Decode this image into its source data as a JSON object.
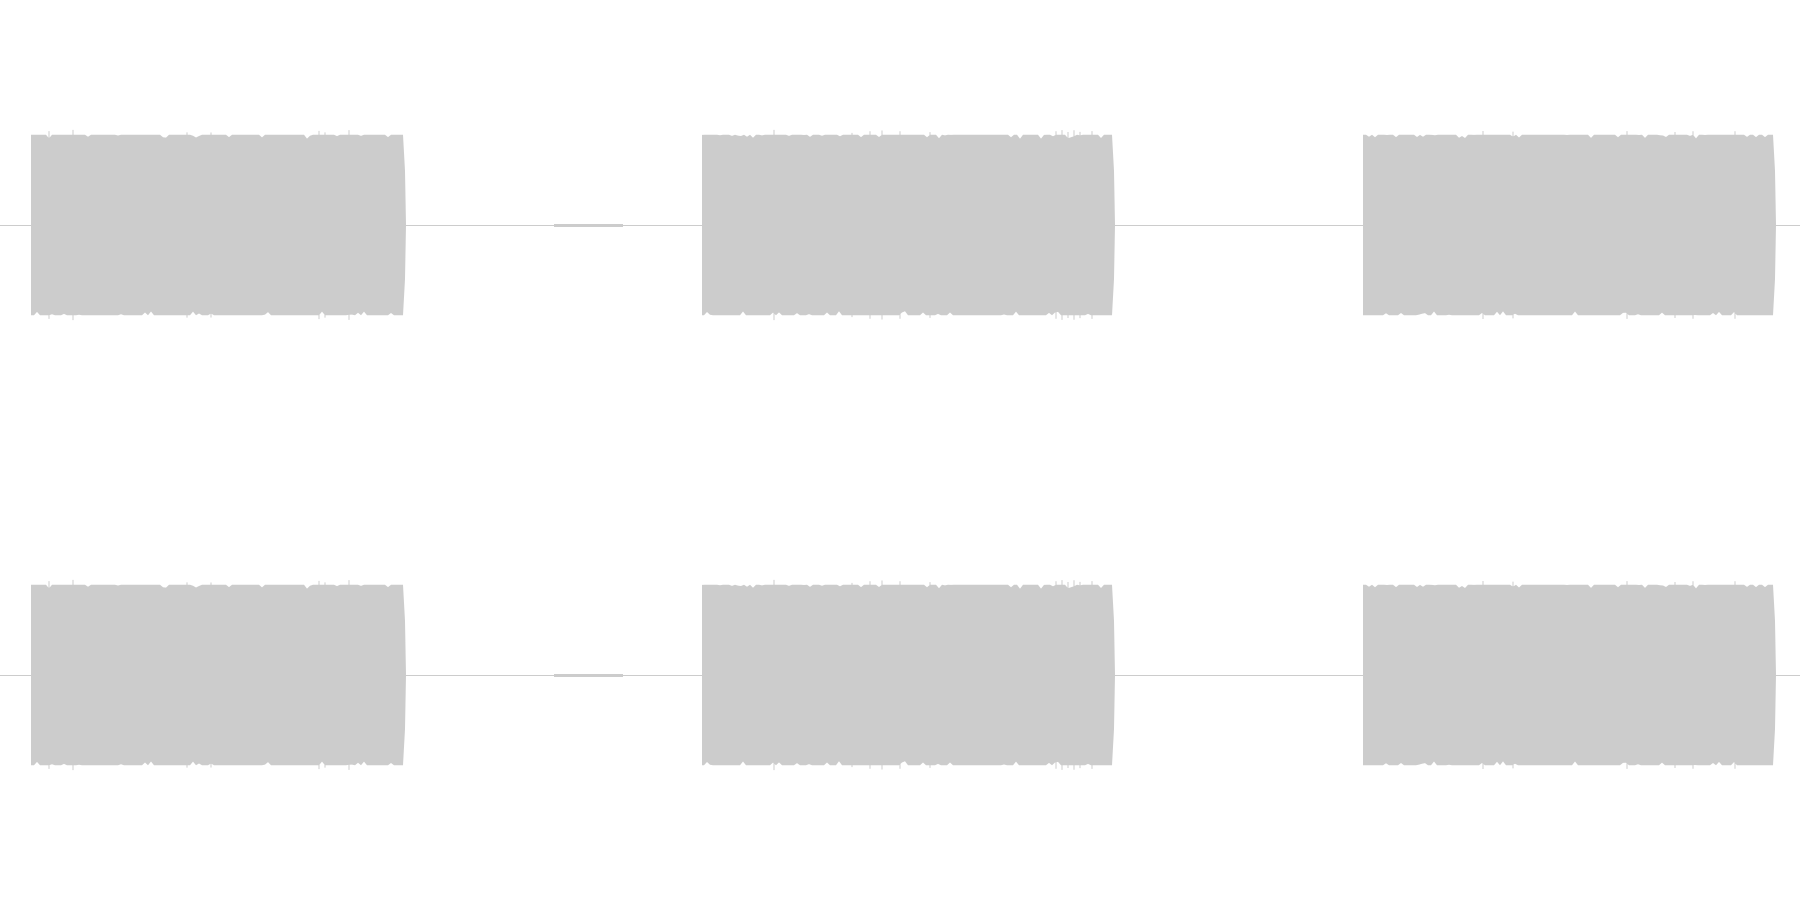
{
  "waveform": {
    "wave_color": "#cccccc",
    "background_color": "#ffffff",
    "channels": [
      {
        "name": "",
        "segments": [
          {
            "kind": "silence",
            "start": 0.0,
            "end": 0.017
          },
          {
            "kind": "burst",
            "start": 0.017,
            "end": 0.224,
            "amplitude": 0.92
          },
          {
            "kind": "silence",
            "start": 0.224,
            "end": 0.308
          },
          {
            "kind": "blip",
            "start": 0.308,
            "end": 0.346,
            "amplitude": 0.02
          },
          {
            "kind": "silence",
            "start": 0.346,
            "end": 0.39
          },
          {
            "kind": "burst",
            "start": 0.39,
            "end": 0.618,
            "amplitude": 0.92
          },
          {
            "kind": "silence",
            "start": 0.618,
            "end": 0.757
          },
          {
            "kind": "burst",
            "start": 0.757,
            "end": 0.985,
            "amplitude": 0.92
          },
          {
            "kind": "silence",
            "start": 0.985,
            "end": 1.0
          }
        ]
      },
      {
        "name": "",
        "segments": [
          {
            "kind": "silence",
            "start": 0.0,
            "end": 0.017
          },
          {
            "kind": "burst",
            "start": 0.017,
            "end": 0.224,
            "amplitude": 0.92
          },
          {
            "kind": "silence",
            "start": 0.224,
            "end": 0.308
          },
          {
            "kind": "blip",
            "start": 0.308,
            "end": 0.346,
            "amplitude": 0.02
          },
          {
            "kind": "silence",
            "start": 0.346,
            "end": 0.39
          },
          {
            "kind": "burst",
            "start": 0.39,
            "end": 0.618,
            "amplitude": 0.92
          },
          {
            "kind": "silence",
            "start": 0.618,
            "end": 0.757
          },
          {
            "kind": "burst",
            "start": 0.757,
            "end": 0.985,
            "amplitude": 0.92
          },
          {
            "kind": "silence",
            "start": 0.985,
            "end": 1.0
          }
        ]
      }
    ]
  }
}
